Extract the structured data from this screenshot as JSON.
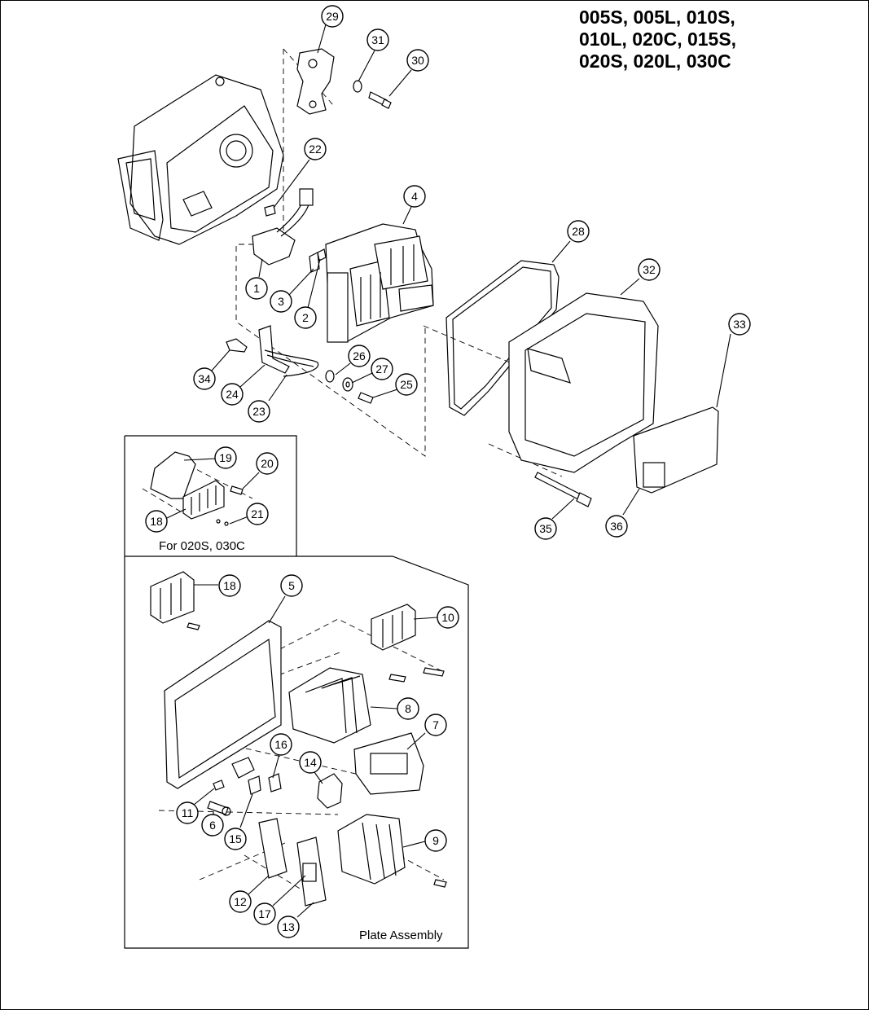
{
  "title_lines": [
    "005S, 005L, 010S,",
    "010L, 020C, 015S,",
    "020S, 020L, 030C"
  ],
  "inset_caption": "For 020S, 030C",
  "plate_caption": "Plate Assembly",
  "callouts": [
    {
      "id": "c29",
      "label": "29"
    },
    {
      "id": "c31",
      "label": "31"
    },
    {
      "id": "c30",
      "label": "30"
    },
    {
      "id": "c22",
      "label": "22"
    },
    {
      "id": "c4",
      "label": "4"
    },
    {
      "id": "c28",
      "label": "28"
    },
    {
      "id": "c32",
      "label": "32"
    },
    {
      "id": "c33",
      "label": "33"
    },
    {
      "id": "c1",
      "label": "1"
    },
    {
      "id": "c3",
      "label": "3"
    },
    {
      "id": "c2",
      "label": "2"
    },
    {
      "id": "c26",
      "label": "26"
    },
    {
      "id": "c27",
      "label": "27"
    },
    {
      "id": "c25",
      "label": "25"
    },
    {
      "id": "c34",
      "label": "34"
    },
    {
      "id": "c24",
      "label": "24"
    },
    {
      "id": "c23",
      "label": "23"
    },
    {
      "id": "c19",
      "label": "19"
    },
    {
      "id": "c20",
      "label": "20"
    },
    {
      "id": "c21",
      "label": "21"
    },
    {
      "id": "c18a",
      "label": "18"
    },
    {
      "id": "c35",
      "label": "35"
    },
    {
      "id": "c36",
      "label": "36"
    },
    {
      "id": "c18b",
      "label": "18"
    },
    {
      "id": "c5",
      "label": "5"
    },
    {
      "id": "c10",
      "label": "10"
    },
    {
      "id": "c8",
      "label": "8"
    },
    {
      "id": "c7",
      "label": "7"
    },
    {
      "id": "c16",
      "label": "16"
    },
    {
      "id": "c14",
      "label": "14"
    },
    {
      "id": "c11",
      "label": "11"
    },
    {
      "id": "c6",
      "label": "6"
    },
    {
      "id": "c15",
      "label": "15"
    },
    {
      "id": "c9",
      "label": "9"
    },
    {
      "id": "c12",
      "label": "12"
    },
    {
      "id": "c17",
      "label": "17"
    },
    {
      "id": "c13",
      "label": "13"
    }
  ]
}
